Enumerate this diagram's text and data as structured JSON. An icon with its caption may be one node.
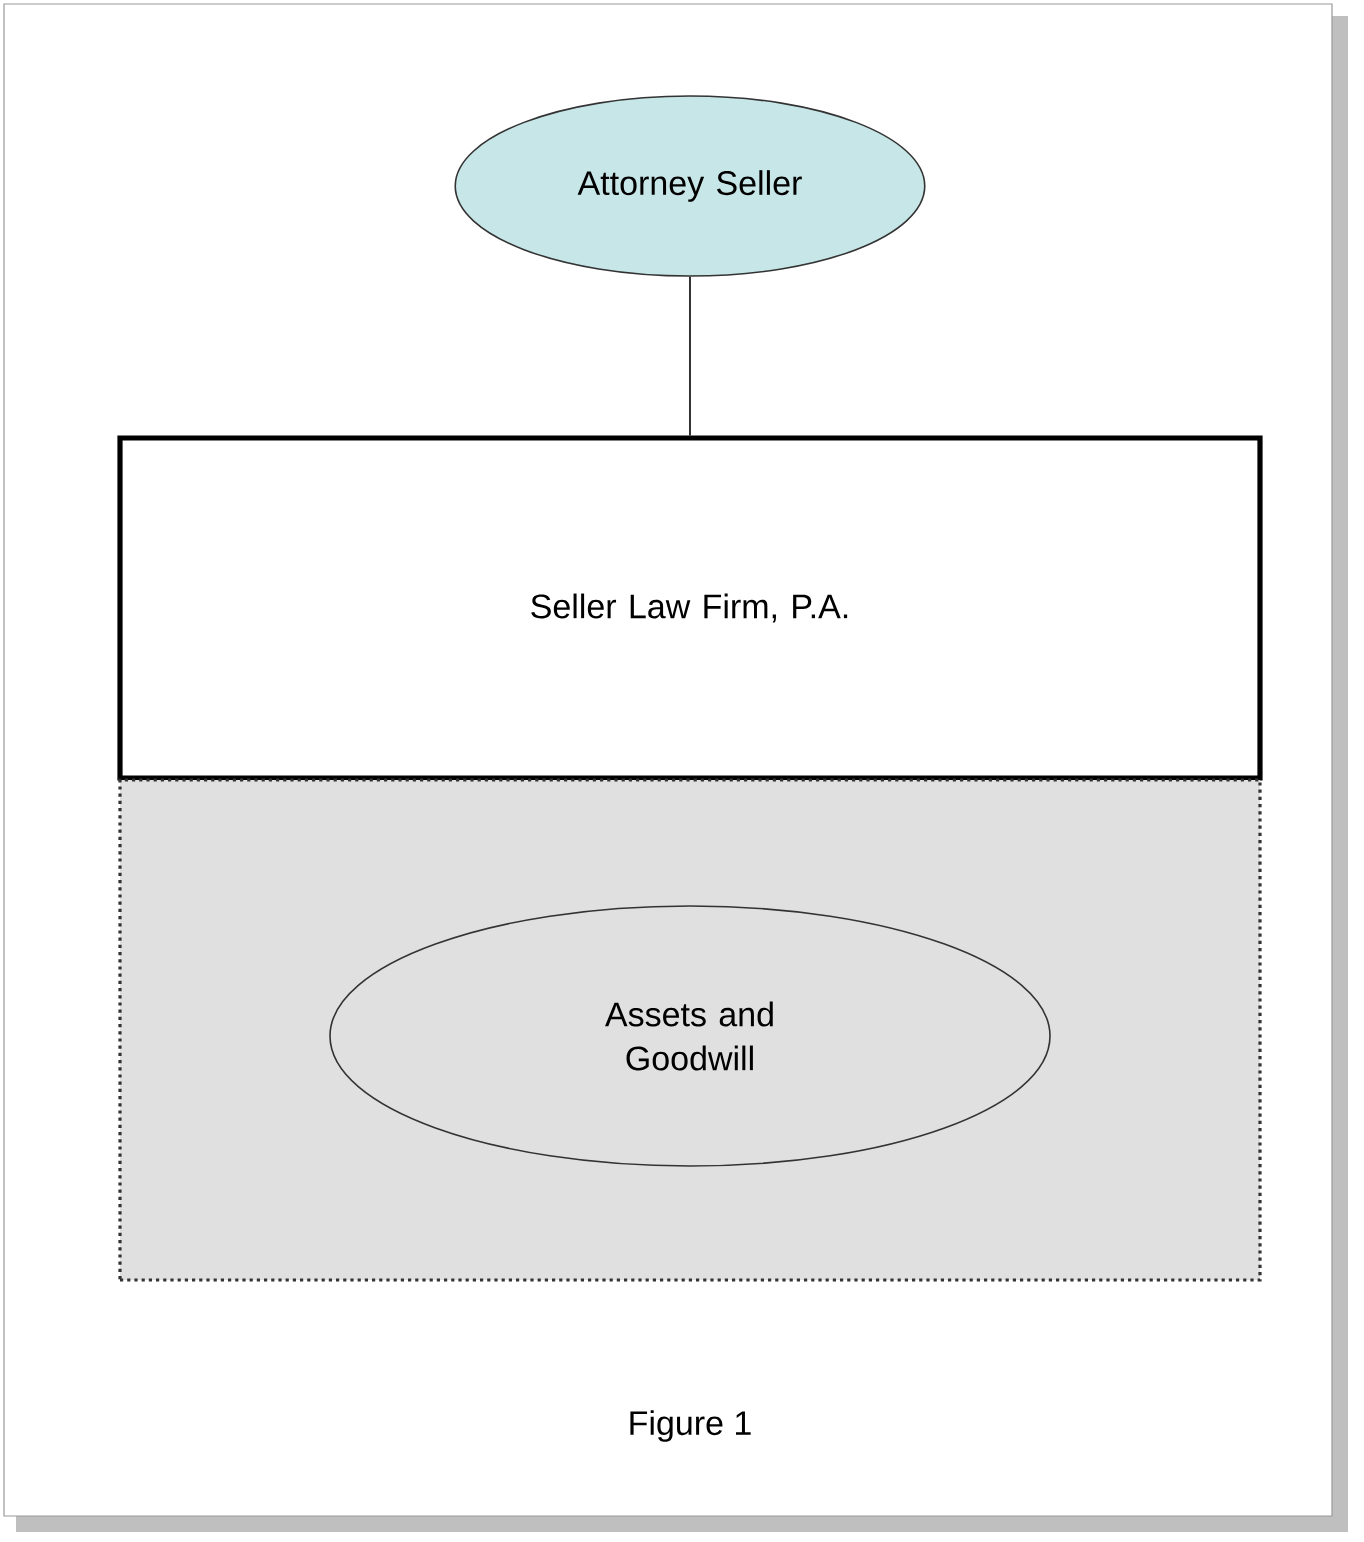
{
  "diagram": {
    "caption": "Figure 1",
    "nodes": [
      {
        "text": [
          "Attorney Seller"
        ]
      },
      {
        "text": [
          "Seller Law Firm, P.A."
        ]
      },
      {
        "text": [],
        "shape": "box"
      },
      {
        "text": [
          "Assets and Goodwill"
        ],
        "in": 2
      }
    ],
    "edges": [
      {
        "from": 0,
        "to": 1,
        "arrow": "none"
      }
    ]
  }
}
